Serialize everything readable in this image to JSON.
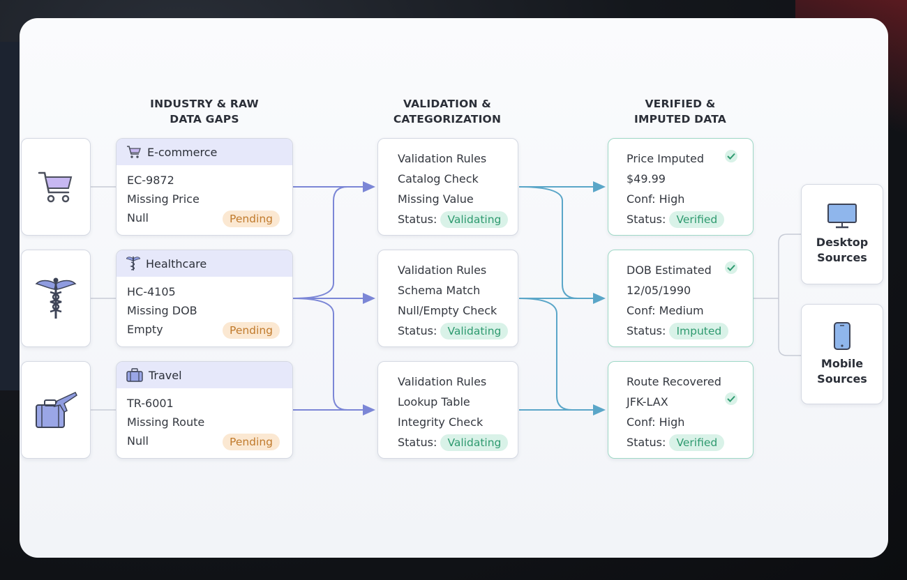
{
  "headers": {
    "col1": [
      "INDUSTRY & RAW",
      "DATA GAPS"
    ],
    "col2": [
      "VALIDATION &",
      "CATEGORIZATION"
    ],
    "col3": [
      "VERIFIED &",
      "IMPUTED DATA"
    ]
  },
  "sources": [
    {
      "industry": "E-commerce",
      "icon": "cart-icon",
      "id": "EC-9872",
      "issue": "Missing Price",
      "value": "Null",
      "status": "Pending"
    },
    {
      "industry": "Healthcare",
      "icon": "caduceus-icon",
      "id": "HC-4105",
      "issue": "Missing DOB",
      "value": "Empty",
      "status": "Pending"
    },
    {
      "industry": "Travel",
      "icon": "luggage-icon",
      "id": "TR-6001",
      "issue": "Missing Route",
      "value": "Null",
      "status": "Pending"
    }
  ],
  "validations": [
    {
      "title": "Validation Rules",
      "check1": "Catalog Check",
      "check2": "Missing Value",
      "status_label": "Status:",
      "status": "Validating"
    },
    {
      "title": "Validation Rules",
      "check1": "Schema Match",
      "check2": "Null/Empty Check",
      "status_label": "Status:",
      "status": "Validating"
    },
    {
      "title": "Validation Rules",
      "check1": "Lookup Table",
      "check2": "Integrity Check",
      "status_label": "Status:",
      "status": "Validating"
    }
  ],
  "results": [
    {
      "title": "Price Imputed",
      "value": "$49.99",
      "conf": "Conf: High",
      "status_label": "Status:",
      "status": "Verified"
    },
    {
      "title": "DOB Estimated",
      "value": "12/05/1990",
      "conf": "Conf: Medium",
      "status_label": "Status:",
      "status": "Imputed"
    },
    {
      "title": "Route Recovered",
      "value": "JFK-LAX",
      "conf": "Conf: High",
      "status_label": "Status:",
      "status": "Verified"
    }
  ],
  "devices": [
    {
      "label1": "Desktop",
      "label2": "Sources",
      "icon": "monitor-icon"
    },
    {
      "label1": "Mobile",
      "label2": "Sources",
      "icon": "smartphone-icon"
    }
  ],
  "colors": {
    "accent": "#7b86d6",
    "green": "#2e9a6f",
    "teal": "#5aa6c8",
    "pending": "#c07a2c"
  }
}
